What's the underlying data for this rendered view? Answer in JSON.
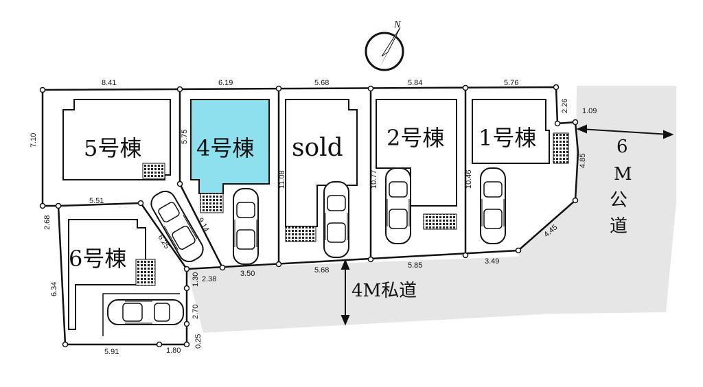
{
  "compass": {
    "label": "N"
  },
  "lots": {
    "lot5": "5号棟",
    "lot4": "4号棟",
    "sold": "sold",
    "lot2": "2号棟",
    "lot1": "1号棟",
    "lot6": "6号棟"
  },
  "roads": {
    "private_road": "4M私道",
    "public_road": [
      "6",
      "M",
      "公",
      "道"
    ]
  },
  "dimensions": {
    "top_lot5": "8.41",
    "top_lot4": "6.19",
    "top_sold": "5.68",
    "top_lot2": "5.84",
    "top_lot1": "5.76",
    "side_left_upper": "7.10",
    "side_left_mid": "2.68",
    "side_left_lower": "6.34",
    "lot6_top": "5.51",
    "lot4_left": "5.75",
    "sold_left": "11.08",
    "lot2_left": "10.77",
    "lot1_left": "10.46",
    "corner_right_a": "2.26",
    "corner_right_b": "1.09",
    "right_side": "4.85",
    "diag_right": "4.45",
    "diag_lot4": "9.14",
    "diag_lot6": "6.25",
    "bottom_lot1": "3.49",
    "bottom_lot2": "5.85",
    "bottom_sold": "5.68",
    "bottom_lot4": "3.50",
    "bottom_small": "2.38",
    "vert_a": "1.30",
    "vert_b": "2.70",
    "vert_c": "0.25",
    "bottom_lot6": "5.91",
    "bottom_lot6_b": "1.80"
  },
  "colors": {
    "lot4_fill": "#8ee0ef",
    "road_fill": "#e6e6e6",
    "line": "#111111"
  }
}
